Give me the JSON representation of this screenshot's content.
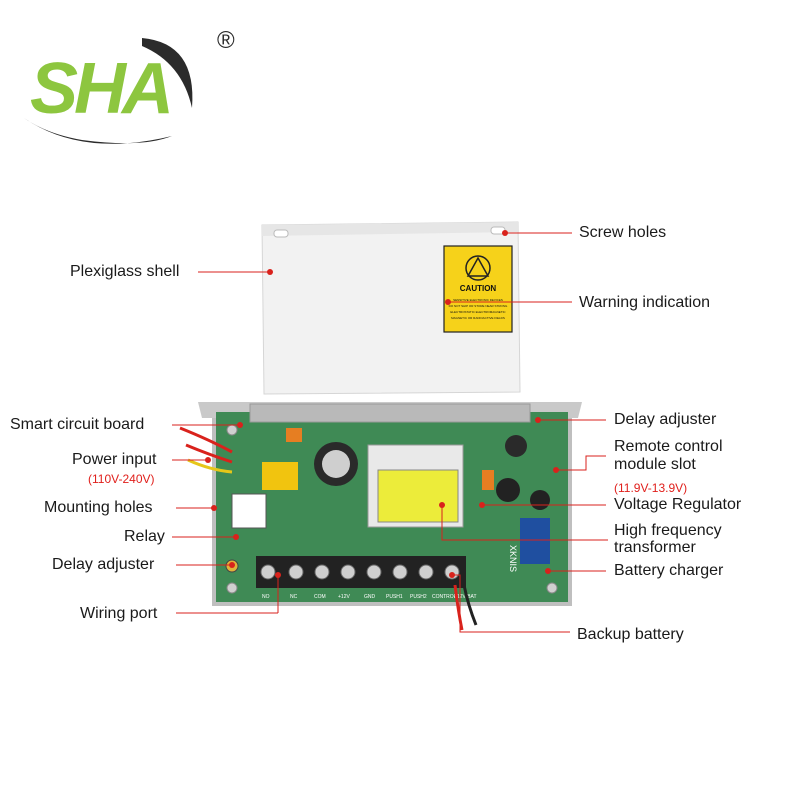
{
  "brand": {
    "logo_text": "SHA",
    "registered_mark": "®"
  },
  "caution_sticker": {
    "title": "CAUTION",
    "text_lines": [
      "SENSITIVE ELECTRONIC DEVICES",
      "DO NOT SHIP OR STORE NEAR STRONG",
      "ELECTROSTATIC ELECTROMAGNETIC",
      "MAGNETIC OR RADIOACTIVE FIELDS"
    ]
  },
  "terminal_labels": [
    "NO",
    "NC",
    "COM",
    "+12V",
    "GND",
    "PUSH1",
    "PUSH2",
    "CONTROL",
    "+12V BAT"
  ],
  "module_text": "XKNIS",
  "callouts": {
    "screw_holes": "Screw holes",
    "plexiglass_shell": "Plexiglass shell",
    "warning_indication": "Warning indication",
    "smart_circuit_board": "Smart circuit board",
    "delay_adjuster_top": "Delay adjuster",
    "power_input": "Power input",
    "power_input_range": "(110V-240V)",
    "remote_control_line1": "Remote control",
    "remote_control_line2": "module slot",
    "voltage_range": "(11.9V-13.9V)",
    "voltage_regulator": "Voltage Regulator",
    "mounting_holes": "Mounting holes",
    "relay": "Relay",
    "high_frequency_line1": "High frequency",
    "high_frequency_line2": "transformer",
    "delay_adjuster_left": "Delay adjuster",
    "battery_charger": "Battery charger",
    "wiring_port": "Wiring port",
    "backup_battery": "Backup battery"
  },
  "colors": {
    "logo_green": "#8dc63f",
    "logo_dark": "#2b2b2b",
    "pointer_red": "#d9221c",
    "pcb_green": "#3f8a55"
  }
}
